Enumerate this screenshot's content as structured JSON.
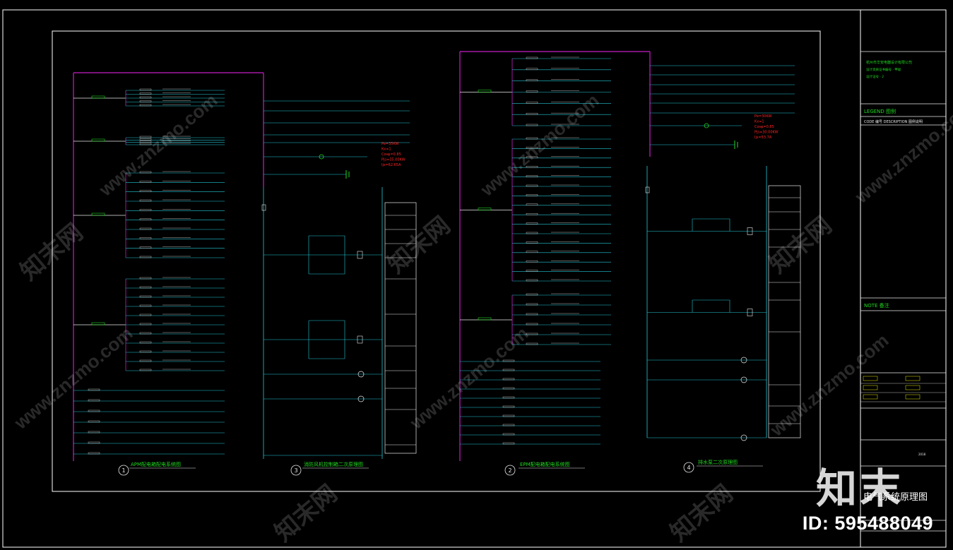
{
  "title_block": {
    "company_line1": "杭州市华安电器设计有限公司",
    "company_line2": "设计资质证书编号 · 甲级",
    "company_line3": "设计证号 · 2",
    "legend_heading": "LEGEND 图例",
    "legend_columns": "CODE 编号   DESCRIPTION 图例说明",
    "note_heading": "NOTE 备注",
    "drawing_title": "电气系统原理图",
    "drawing_no": "2018"
  },
  "sections": [
    {
      "number": "1",
      "title": "APM配电箱配电系统图"
    },
    {
      "number": "3",
      "title": "消防风机控制箱二次原理图"
    },
    {
      "number": "2",
      "title": "EPM配电箱配电系统图"
    },
    {
      "number": "4",
      "title": "排水泵二次原理图"
    }
  ],
  "calc_1": [
    "Pe=35KW",
    "Kx=1",
    "Cosφ=0.85",
    "Pjs=35.00KW",
    "Ijs=62.65A"
  ],
  "calc_2": [
    "Pe=30KW",
    "Kx=1",
    "Cosφ=0.85",
    "Pjs=30.00KW",
    "Ijs=53.7A"
  ],
  "watermark": {
    "brand": "知末",
    "id": "ID: 595488049",
    "site": "www.znzmo.com",
    "wm_cn": "知末网"
  }
}
